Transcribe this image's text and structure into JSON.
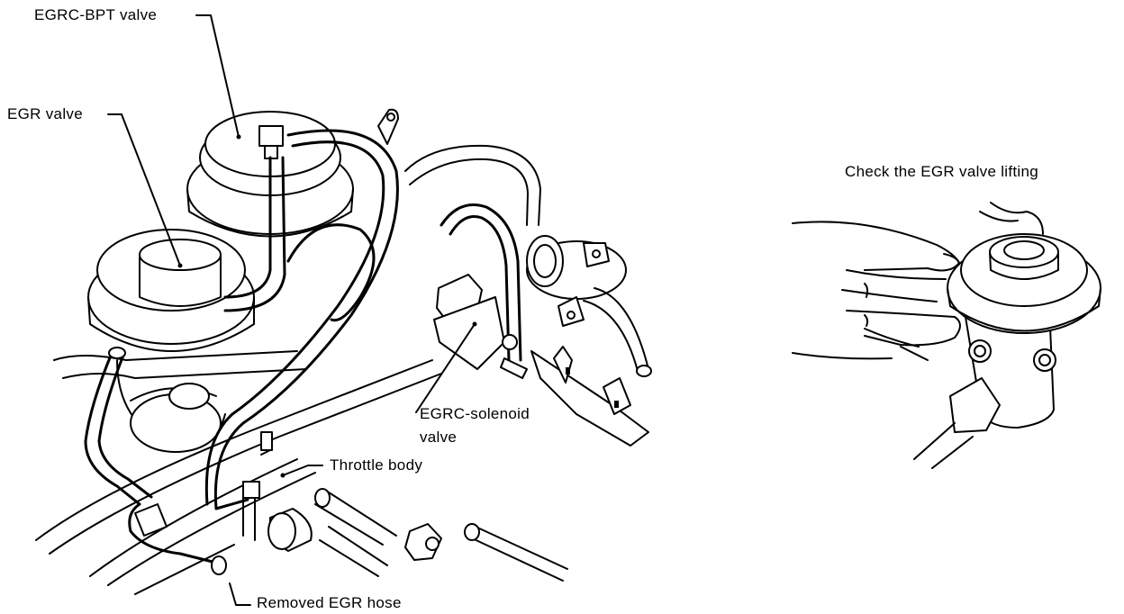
{
  "labels": {
    "egrc_bpt_valve": "EGRC-BPT valve",
    "egr_valve": "EGR valve",
    "egrc_solenoid_line1": "EGRC-solenoid",
    "egrc_solenoid_line2": "valve",
    "throttle_body": "Throttle body",
    "removed_egr_hose": "Removed EGR hose",
    "check_lifting": "Check the EGR valve lifting"
  },
  "colors": {
    "ink": "#000000",
    "paper": "#ffffff"
  }
}
